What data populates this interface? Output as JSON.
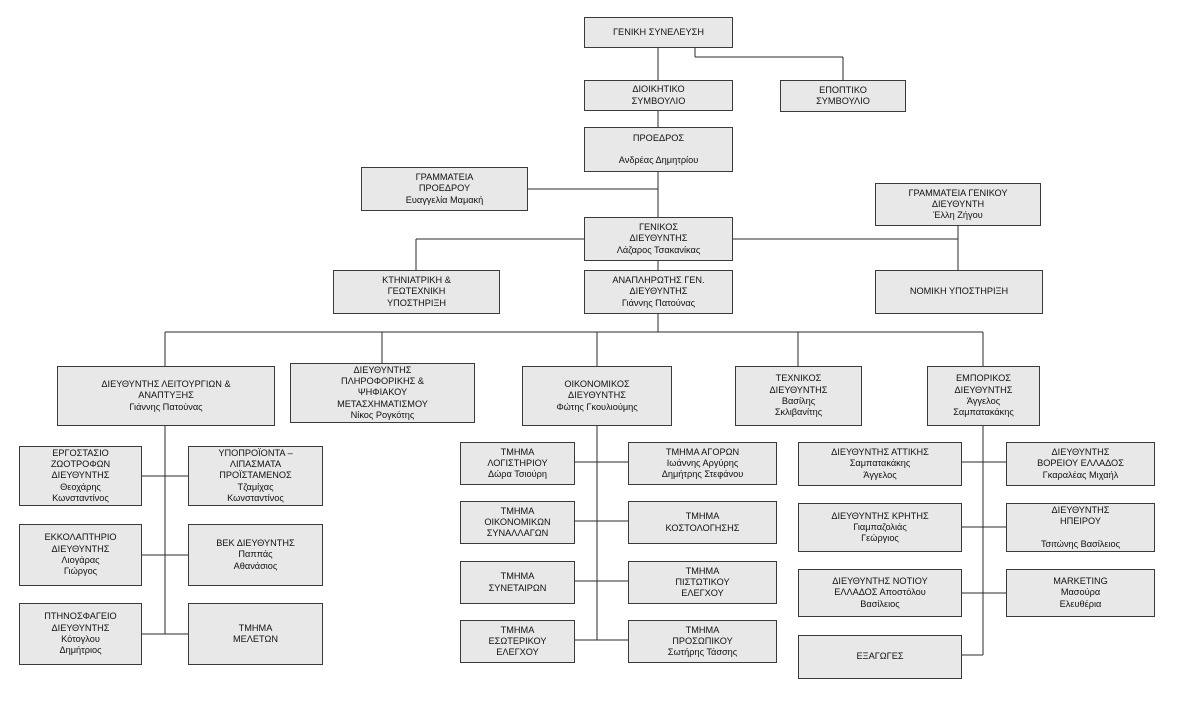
{
  "diagram": {
    "nodes": [
      {
        "id": "general-assembly",
        "lines": [
          "ΓΕΝΙΚΗ ΣΥΝΕΛΕΥΣΗ"
        ]
      },
      {
        "id": "board-of-directors",
        "lines": [
          "ΔΙΟΙΚΗΤΙΚΟ",
          "ΣΥΜΒΟΥΛΙΟ"
        ]
      },
      {
        "id": "supervisory-board",
        "lines": [
          "ΕΠΟΠΤΙΚΟ",
          "ΣΥΜΒΟΥΛΙΟ"
        ]
      },
      {
        "id": "chairman",
        "lines": [
          "ΠΡΟΕΔΡΟΣ",
          "",
          "Ανδρέας Δημητρίου"
        ]
      },
      {
        "id": "chairman-secretariat",
        "lines": [
          "ΓΡΑΜΜΑΤΕΙΑ",
          "ΠΡΟΕΔΡΟΥ",
          "Ευαγγελία Μαμακή"
        ]
      },
      {
        "id": "gm-secretariat",
        "lines": [
          "ΓΡΑΜΜΑΤΕΙΑ ΓΕΝΙΚΟΥ",
          "ΔΙΕΥΘΥΝΤΗ",
          "Έλλη Ζήγου"
        ]
      },
      {
        "id": "general-manager",
        "lines": [
          "ΓΕΝΙΚΟΣ",
          "ΔΙΕΥΘΥΝΤΗΣ",
          "Λάζαρος Τσακανίκας"
        ]
      },
      {
        "id": "vet-geotech-support",
        "lines": [
          "ΚΤΗΝΙΑΤΡΙΚΗ &",
          "ΓΕΩΤΕΧΝΙΚΗ",
          "ΥΠΟΣΤΗΡΙΞΗ"
        ]
      },
      {
        "id": "deputy-gm",
        "lines": [
          "ΑΝΑΠΛΗΡΩΤΗΣ ΓΕΝ.",
          "ΔΙΕΥΘΥΝΤΗΣ",
          "Γιάννης Πατούνας"
        ]
      },
      {
        "id": "legal-support",
        "lines": [
          "ΝΟΜΙΚΗ ΥΠΟΣΤΗΡΙΞΗ"
        ]
      },
      {
        "id": "operations-director",
        "lines": [
          "ΔΙΕΥΘΥΝΤΗΣ ΛΕΙΤΟΥΡΓΙΩΝ &",
          "ΑΝΑΠΤΥΞΗΣ",
          "Γιάννης Πατούνας"
        ]
      },
      {
        "id": "it-director",
        "lines": [
          "ΔΙΕΥΘΥΝΤΗΣ",
          "ΠΛΗΡΟΦΟΡΙΚΗΣ &",
          "ΨΗΦΙΑΚΟΥ",
          "ΜΕΤΑΣΧΗΜΑΤΙΣΜΟΥ",
          "Νίκος Ρογκότης"
        ]
      },
      {
        "id": "finance-director",
        "lines": [
          "ΟΙΚΟΝΟΜΙΚΟΣ",
          "ΔΙΕΥΘΥΝΤΗΣ",
          "Φώτης Γκουλιούμης"
        ]
      },
      {
        "id": "technical-director",
        "lines": [
          "ΤΕΧΝΙΚΟΣ",
          "ΔΙΕΥΘΥΝΤΗΣ",
          "Βασίλης",
          "Σκλιβανίτης"
        ]
      },
      {
        "id": "commercial-director",
        "lines": [
          "ΕΜΠΟΡΙΚΟΣ",
          "ΔΙΕΥΘΥΝΤΗΣ",
          "Άγγελος",
          "Σαμπατακάκης"
        ]
      },
      {
        "id": "feed-factory",
        "lines": [
          "ΕΡΓΟΣΤΑΣΙΟ",
          "ΖΩΟΤΡΟΦΩΝ",
          "ΔΙΕΥΘΥΝΤΗΣ",
          "Θεοχάρης",
          "Κωνσταντίνος"
        ]
      },
      {
        "id": "hatchery",
        "lines": [
          "ΕΚΚΟΛΑΠΤΗΡΙΟ",
          "ΔΙΕΥΘΥΝΤΗΣ",
          "Λιογάρας",
          "Γιώργος"
        ]
      },
      {
        "id": "slaughterhouse",
        "lines": [
          "ΠΤΗΝΟΣΦΑΓΕΙΟ",
          "ΔΙΕΥΘΥΝΤΗΣ",
          "Κότογλου",
          "Δημήτριος"
        ]
      },
      {
        "id": "byproducts",
        "lines": [
          "ΥΠΟΠΡΟΪΟΝΤΑ –",
          "ΛΙΠΑΣΜΑΤΑ",
          "ΠΡΟΪΣΤΑΜΕΝΟΣ",
          "Τζαμίχας",
          "Κωνσταντίνος"
        ]
      },
      {
        "id": "bek-director",
        "lines": [
          "ΒΕΚ ΔΙΕΥΘΥΝΤΗΣ",
          "Παππάς",
          "Αθανάσιος"
        ]
      },
      {
        "id": "studies-dept",
        "lines": [
          "ΤΜΗΜΑ",
          "ΜΕΛΕΤΩΝ"
        ]
      },
      {
        "id": "accounting-dept",
        "lines": [
          "ΤΜΗΜΑ",
          "ΛΟΓΙΣΤΗΡΙΟΥ",
          "Δώρα Τσιούρη"
        ]
      },
      {
        "id": "financial-transactions-dept",
        "lines": [
          "ΤΜΗΜΑ",
          "ΟΙΚΟΝΟΜΙΚΩΝ",
          "ΣΥΝΑΛΛΑΓΩΝ"
        ]
      },
      {
        "id": "partners-dept",
        "lines": [
          "ΤΜΗΜΑ",
          "ΣΥΝΕΤΑΙΡΩΝ"
        ]
      },
      {
        "id": "internal-audit-dept",
        "lines": [
          "ΤΜΗΜΑ",
          "ΕΣΩΤΕΡΙΚΟΥ",
          "ΕΛΕΓΧΟΥ"
        ]
      },
      {
        "id": "purchasing-dept",
        "lines": [
          "ΤΜΗΜΑ ΑΓΟΡΩΝ",
          "Ιωάννης Αργύρης",
          "Δημήτρης Στεφάνου"
        ]
      },
      {
        "id": "costing-dept",
        "lines": [
          "ΤΜΗΜΑ",
          "ΚΟΣΤΟΛΟΓΗΣΗΣ"
        ]
      },
      {
        "id": "credit-control-dept",
        "lines": [
          "ΤΜΗΜΑ",
          "ΠΙΣΤΩΤΙΚΟΥ",
          "ΕΛΕΓΧΟΥ"
        ]
      },
      {
        "id": "personnel-dept",
        "lines": [
          "ΤΜΗΜΑ",
          "ΠΡΟΣΩΠΙΚΟΥ",
          "Σωτήρης Τάσσης"
        ]
      },
      {
        "id": "attica-director",
        "lines": [
          "ΔΙΕΥΘΥΝΤΗΣ ΑΤΤΙΚΗΣ",
          "Σαμπατακάκης",
          "Άγγελος"
        ]
      },
      {
        "id": "crete-director",
        "lines": [
          "ΔΙΕΥΘΥΝΤΗΣ ΚΡΗΤΗΣ",
          "Γιαμπαζολιάς",
          "Γεώργιος"
        ]
      },
      {
        "id": "south-greece-director",
        "lines": [
          "ΔΙΕΥΘΥΝΤΗΣ ΝΟΤΙΟΥ",
          "ΕΛΛΑΔΟΣ Αποστόλου",
          "Βασίλειος"
        ]
      },
      {
        "id": "exports",
        "lines": [
          "ΕΞΑΓΩΓΕΣ"
        ]
      },
      {
        "id": "north-greece-director",
        "lines": [
          "ΔΙΕΥΘΥΝΤΗΣ",
          "ΒΟΡΕΙΟΥ ΕΛΛΑΔΟΣ",
          "Γκαραλέας Μιχαήλ"
        ]
      },
      {
        "id": "epirus-director",
        "lines": [
          "ΔΙΕΥΘΥΝΤΗΣ",
          "ΗΠΕΙΡΟΥ",
          "",
          "Τσιτώνης Βασίλειος"
        ]
      },
      {
        "id": "marketing",
        "lines": [
          "MARKETING",
          "Μασούρα",
          "Ελευθέρια"
        ]
      }
    ]
  }
}
